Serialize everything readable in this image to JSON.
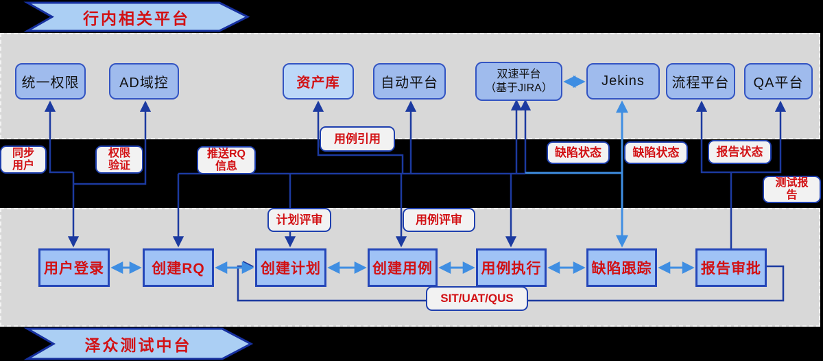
{
  "banners": {
    "top": "行内相关平台",
    "bottom": "泽众测试中台"
  },
  "top_platforms": [
    {
      "label": "统一权限"
    },
    {
      "label": "AD域控"
    },
    {
      "label": "资产库"
    },
    {
      "label": "自动平台"
    },
    {
      "line1": "双速平台",
      "line2": "（基于JIRA）"
    },
    {
      "label": "Jekins"
    },
    {
      "label": "流程平台"
    },
    {
      "label": "QA平台"
    }
  ],
  "bottom_steps": [
    {
      "label": "用户登录"
    },
    {
      "label": "创建RQ"
    },
    {
      "label": "创建计划"
    },
    {
      "label": "创建用例"
    },
    {
      "label": "用例执行"
    },
    {
      "label": "缺陷跟踪"
    },
    {
      "label": "报告审批"
    }
  ],
  "flow_labels": {
    "sync_user": {
      "line1": "同步",
      "line2": "用户"
    },
    "perm_verify": {
      "line1": "权限",
      "line2": "验证"
    },
    "push_rq": {
      "line1": "推送RQ",
      "line2": "信息"
    },
    "case_ref": {
      "label": "用例引用"
    },
    "defect_status_1": {
      "label": "缺陷状态"
    },
    "defect_status_2": {
      "label": "缺陷状态"
    },
    "report_status": {
      "label": "报告状态"
    },
    "test_report": {
      "line1": "测试报",
      "line2": "告"
    },
    "plan_review": {
      "label": "计划评审"
    },
    "case_review": {
      "label": "用例评审"
    },
    "sit_uat": {
      "label": "SIT/UAT/QUS"
    }
  },
  "colors": {
    "background": "#000000",
    "band_fill": "#d8d8d8",
    "node_fill": "#9fbbed",
    "node_border": "#3354c2",
    "asset_fill": "#bcd8f8",
    "step_fill": "#a0c3f6",
    "step_border": "#2446b8",
    "banner_fill": "#abcff4",
    "banner_border": "#16309f",
    "red_text": "#d21114",
    "navy_line": "#1c3aa0",
    "blue_arrow": "#3f8ee2"
  }
}
